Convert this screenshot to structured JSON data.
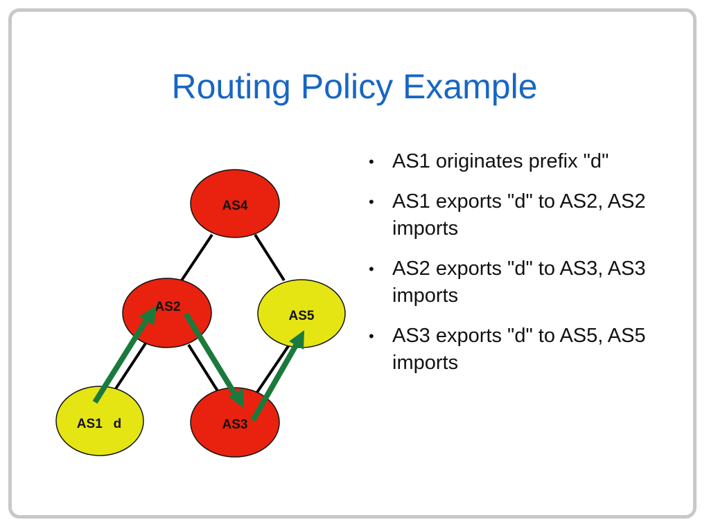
{
  "slide": {
    "title": "Routing Policy Example"
  },
  "diagram": {
    "nodes": [
      {
        "id": "as4",
        "label": "AS4",
        "color": "#e8220e"
      },
      {
        "id": "as2",
        "label": "AS2",
        "color": "#e8220e"
      },
      {
        "id": "as5",
        "label": "AS5",
        "color": "#e5e514"
      },
      {
        "id": "as1",
        "label": "AS1   d",
        "color": "#e5e514"
      },
      {
        "id": "as3",
        "label": "AS3",
        "color": "#e8220e"
      }
    ],
    "edges": [
      [
        "AS4",
        "AS2"
      ],
      [
        "AS4",
        "AS5"
      ],
      [
        "AS2",
        "AS1"
      ],
      [
        "AS2",
        "AS3"
      ],
      [
        "AS5",
        "AS3"
      ]
    ],
    "route_arrows": [
      [
        "AS1",
        "AS2"
      ],
      [
        "AS2",
        "AS3"
      ],
      [
        "AS3",
        "AS5"
      ]
    ],
    "arrow_color": "#1a7a3c"
  },
  "bullets": [
    "AS1 originates prefix \"d\"",
    "AS1 exports \"d\" to AS2, AS2 imports",
    "AS2 exports \"d\" to AS3, AS3 imports",
    "AS3 exports \"d\" to AS5, AS5 imports"
  ],
  "bullet_marker": "•"
}
